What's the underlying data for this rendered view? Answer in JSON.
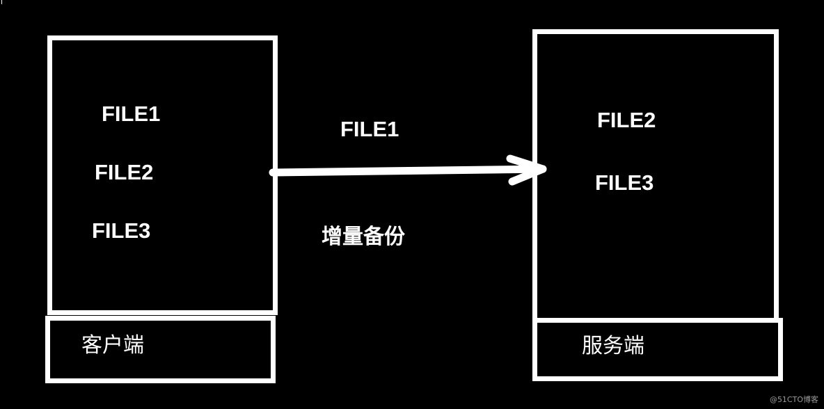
{
  "client": {
    "files": [
      "FILE1",
      "FILE2",
      "FILE3"
    ],
    "caption": "客户端"
  },
  "server": {
    "files": [
      "FILE2",
      "FILE3"
    ],
    "caption": "服务端"
  },
  "transfer": {
    "file_label": "FILE1",
    "description": "增量备份"
  },
  "watermark": "@51CTO博客",
  "colors": {
    "background": "#000000",
    "foreground": "#ffffff",
    "watermark": "#9a9a9a"
  }
}
